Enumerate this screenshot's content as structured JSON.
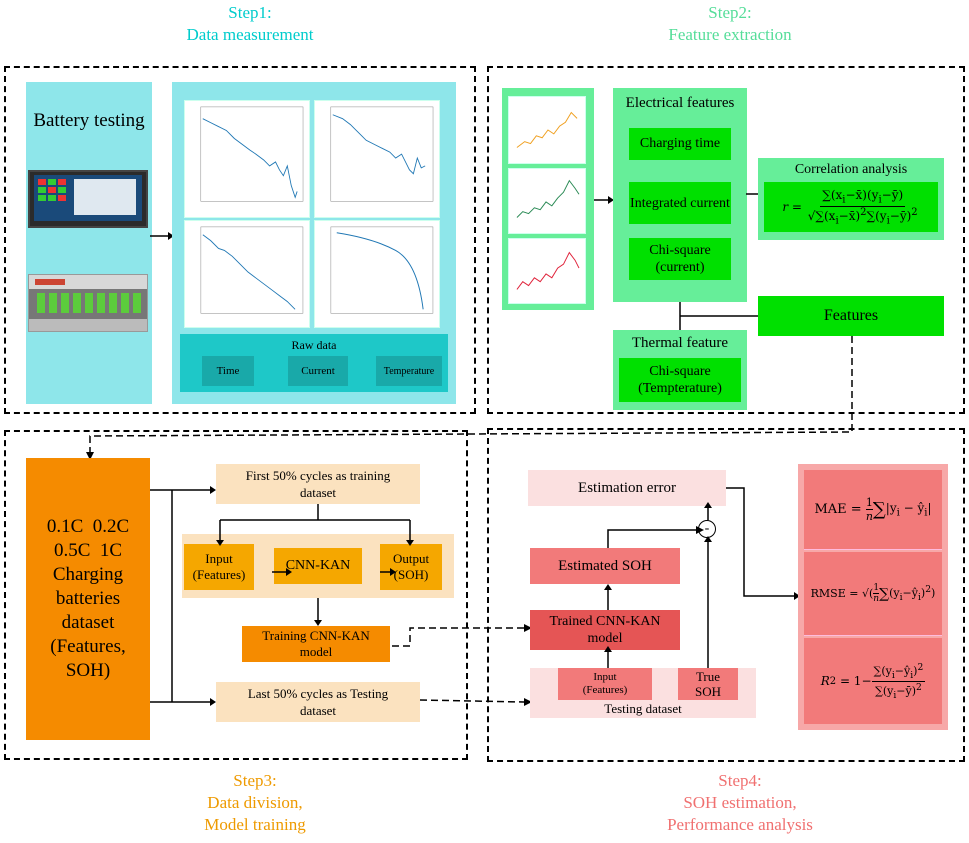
{
  "step1": {
    "title": "Step1:",
    "subtitle": "Data measurement",
    "color": "#00cccc"
  },
  "step2": {
    "title": "Step2:",
    "subtitle": "Feature extraction",
    "color": "#55dd99"
  },
  "step3": {
    "title": "Step3:",
    "line1": "Data division,",
    "line2": "Model training",
    "color": "#ee9a00"
  },
  "step4": {
    "title": "Step4:",
    "line1": "SOH estimation,",
    "line2": "Performance analysis",
    "color": "#f07070"
  },
  "battery_testing": "Battery testing",
  "raw_data": {
    "title": "Raw data",
    "items": [
      "Time",
      "Current",
      "Temperature"
    ]
  },
  "electrical_features": {
    "title": "Electrical features",
    "items": [
      "Charging time",
      "Integrated current",
      "Chi-square (current)"
    ]
  },
  "thermal_feature": {
    "title": "Thermal feature",
    "item": "Chi-square (Tempterature)"
  },
  "correlation": {
    "title": "Correlation analysis"
  },
  "features_label": "Features",
  "dataset": {
    "lines": [
      "0.1C  0.2C",
      "0.5C  1C",
      "Charging",
      "batteries",
      "dataset",
      "(Features,",
      "SOH)"
    ]
  },
  "training_split": {
    "line1": "First 50% cycles as training",
    "line2": "dataset"
  },
  "model_row": {
    "input1": "Input",
    "input2": "(Features)",
    "model": "CNN-KAN",
    "output1": "Output",
    "output2": "(SOH)"
  },
  "training_model": {
    "line1": "Training CNN-KAN",
    "line2": "model"
  },
  "testing_split": {
    "line1": "Last 50% cycles as Testing",
    "line2": "dataset"
  },
  "estimation_error": "Estimation error",
  "estimated_soh": "Estimated SOH",
  "trained_model": {
    "line1": "Trained CNN-KAN",
    "line2": "model"
  },
  "testing_dataset": {
    "label": "Testing dataset",
    "input1": "Input",
    "input2": "(Features)",
    "true1": "True",
    "true2": "SOH"
  },
  "minus_sign": "-",
  "metrics": [
    "MAE",
    "RMSE"
  ],
  "icons": [
    "battery-tester-photo",
    "battery-rack-photo",
    "subtract-node"
  ]
}
